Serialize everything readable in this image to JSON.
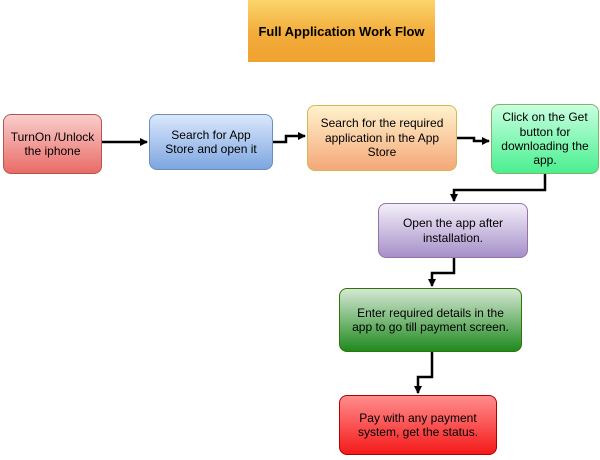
{
  "diagram": {
    "title": "Full Application Work Flow",
    "steps": [
      "TurnOn /Unlock the iphone",
      "Search for App Store and open it",
      "Search for the required application in the App Store",
      "Click on the Get button for downloading the app.",
      "Open the app after installation.",
      "Enter required details in the app to go till payment screen.",
      "Pay with any payment system, get the status."
    ]
  }
}
